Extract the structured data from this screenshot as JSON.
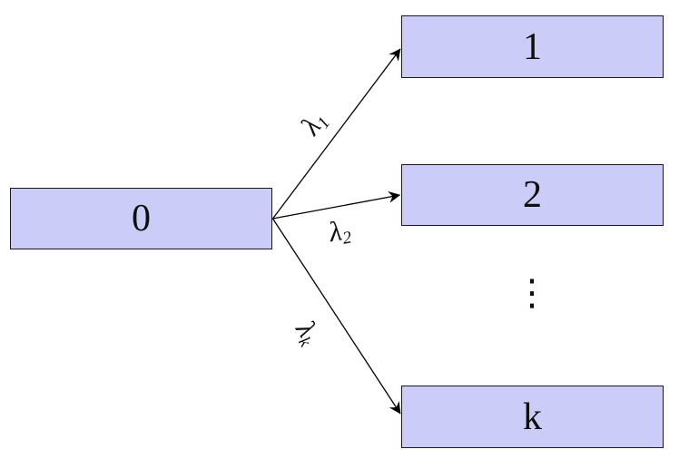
{
  "diagram": {
    "type": "state-transition-diagram",
    "background_color": "#ffffff",
    "node_fill_color": "#ccccf8",
    "node_border_color": "#1a1a1a",
    "arrow_color": "#000000",
    "nodes": [
      {
        "id": "0",
        "label": "0"
      },
      {
        "id": "1",
        "label": "1"
      },
      {
        "id": "2",
        "label": "2"
      },
      {
        "id": "k",
        "label": "k"
      }
    ],
    "ellipsis": "⋮",
    "edges": [
      {
        "from": "0",
        "to": "1",
        "label_main": "λ",
        "label_sub": "1"
      },
      {
        "from": "0",
        "to": "2",
        "label_main": "λ",
        "label_sub": "2"
      },
      {
        "from": "0",
        "to": "k",
        "label_main": "λ",
        "label_sub": "k"
      }
    ]
  }
}
